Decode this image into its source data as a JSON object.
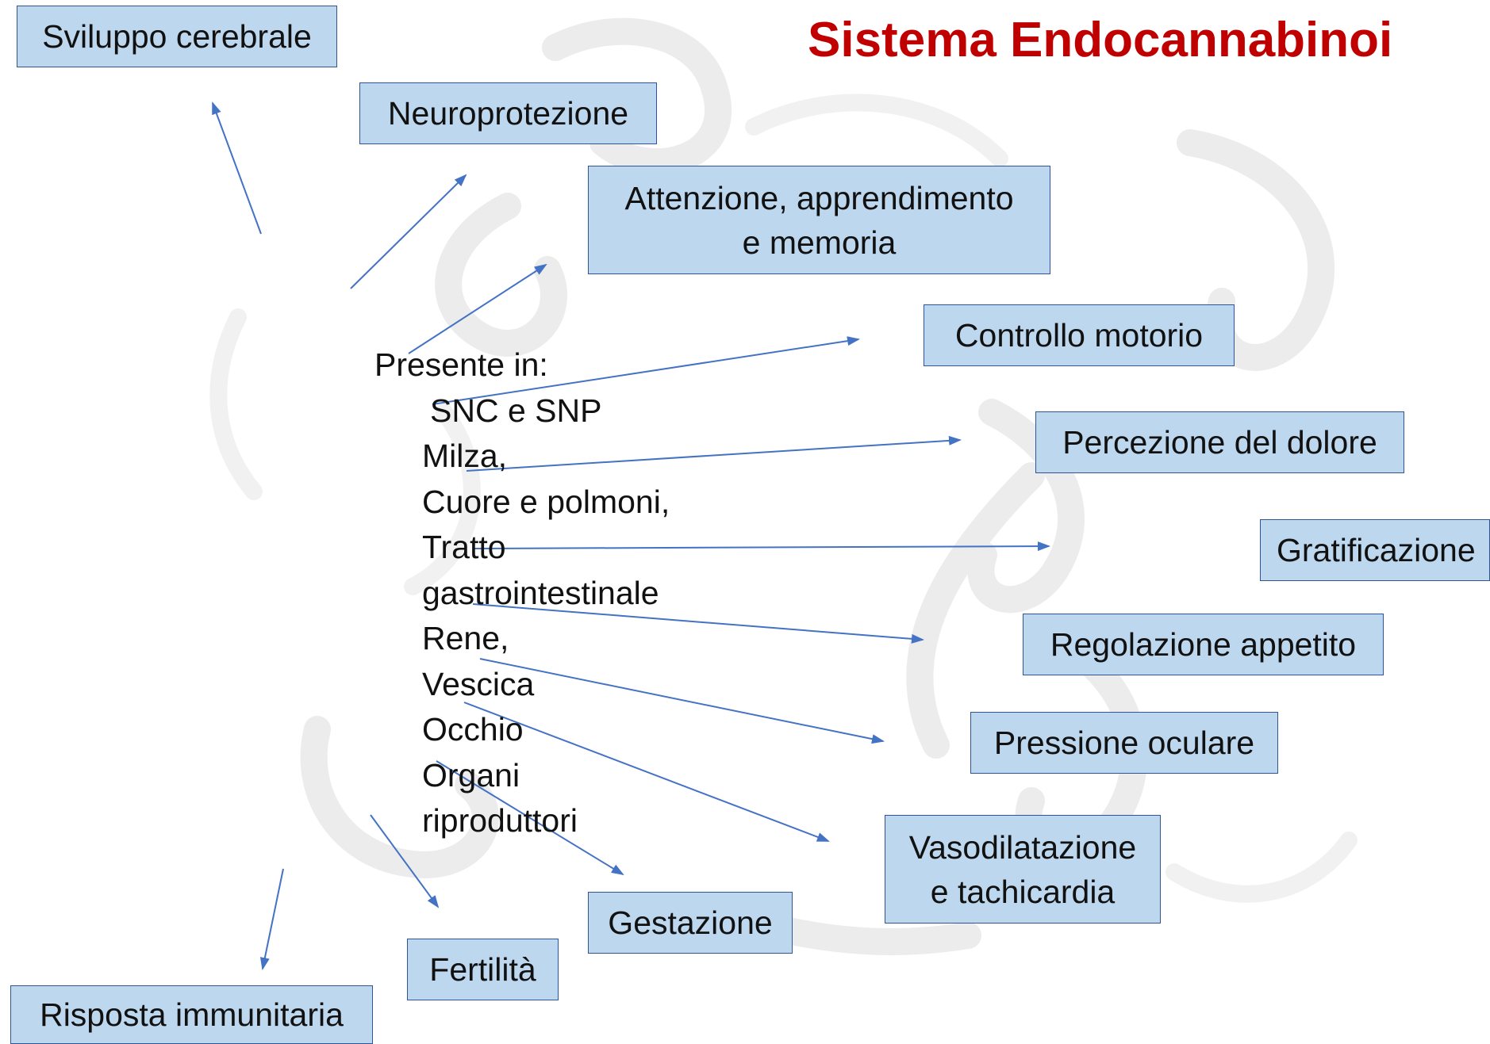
{
  "title": "Sistema Endocannabinoi",
  "center": {
    "heading": "Presente in:",
    "items": [
      "SNC e SNP",
      "Milza,",
      "Cuore e polmoni,",
      "Tratto",
      "gastrointestinale",
      "Rene,",
      "Vescica",
      "Occhio",
      "Organi",
      "riproduttori"
    ]
  },
  "boxes": {
    "sviluppo": "Sviluppo cerebrale",
    "neuroprotezione": "Neuroprotezione",
    "attenzione_1": "Attenzione, apprendimento",
    "attenzione_2": "e memoria",
    "controllo": "Controllo motorio",
    "dolore": "Percezione del dolore",
    "gratificazione": "Gratificazione",
    "appetito": "Regolazione appetito",
    "pressione": "Pressione oculare",
    "vaso_1": "Vasodilatazione",
    "vaso_2": "e tachicardia",
    "gestazione": "Gestazione",
    "fertilita": "Fertilità",
    "risposta": "Risposta immunitaria"
  },
  "colors": {
    "box_fill": "#bdd7ee",
    "box_border": "#2f5597",
    "arrow": "#4472c4",
    "title": "#c00000"
  }
}
